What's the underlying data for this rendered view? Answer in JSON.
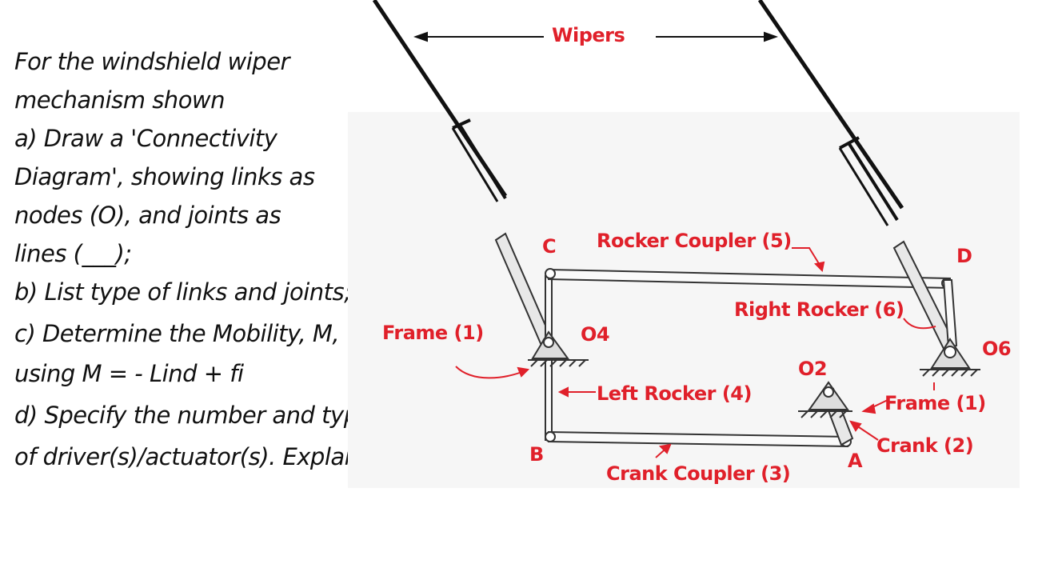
{
  "question": {
    "lines": [
      "For the windshield wiper",
      "mechanism shown",
      "a) Draw a 'Connectivity",
      "Diagram', showing links as",
      "nodes (O), and joints as",
      "lines (___);",
      "b) List type of links and joints;",
      "c) Determine the Mobility, M,",
      "using M = -     Lind +    fi",
      "d) Specify the number and type",
      "of driver(s)/actuator(s). Explain!"
    ]
  },
  "labels": {
    "wipers": "Wipers",
    "rocker_coupler": "Rocker Coupler (5)",
    "right_rocker": "Right Rocker (6)",
    "left_rocker": "Left Rocker (4)",
    "crank_coupler": "Crank Coupler (3)",
    "crank": "Crank (2)",
    "frame_left": "Frame (1)",
    "frame_right": "Frame (1)",
    "o2": "O2",
    "o4": "O4",
    "o6": "O6",
    "c": "C",
    "d": "D",
    "b": "B",
    "a": "A"
  },
  "colors": {
    "annotation": "#e0202a",
    "ink": "#111111"
  }
}
